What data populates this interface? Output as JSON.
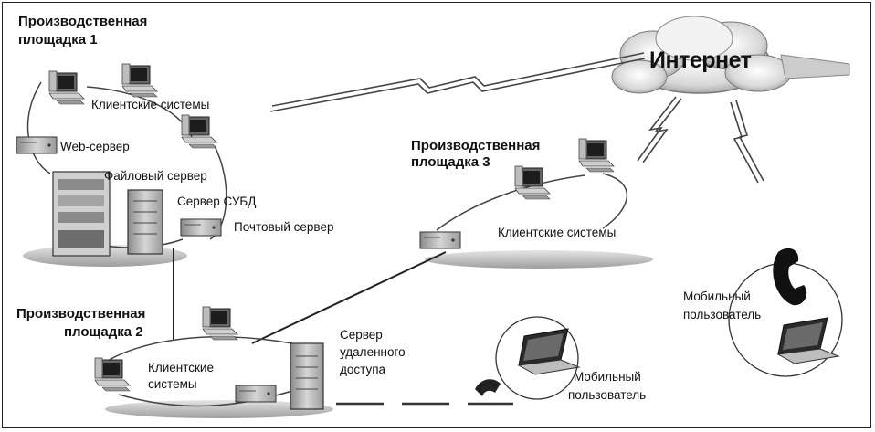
{
  "site1": {
    "title_line1": "Производственная",
    "title_line2": "площадка 1",
    "clients": "Клиентские системы",
    "web_server": "Web-сервер",
    "file_server": "Файловый сервер",
    "dbms_server": "Сервер СУБД",
    "mail_server": "Почтовый сервер"
  },
  "site2": {
    "title_line1": "Производственная",
    "title_line2": "площадка 2",
    "clients_line1": "Клиентские",
    "clients_line2": "системы",
    "ras_line1": "Сервер",
    "ras_line2": "удаленного",
    "ras_line3": "доступа"
  },
  "site3": {
    "title_line1": "Производственная",
    "title_line2": "площадка 3",
    "clients": "Клиентские системы"
  },
  "internet": "Интернет",
  "mobile_lower": {
    "line1": "Мобильный",
    "line2": "пользователь"
  },
  "mobile_right": {
    "line1": "Мобильный",
    "line2": "пользователь"
  }
}
